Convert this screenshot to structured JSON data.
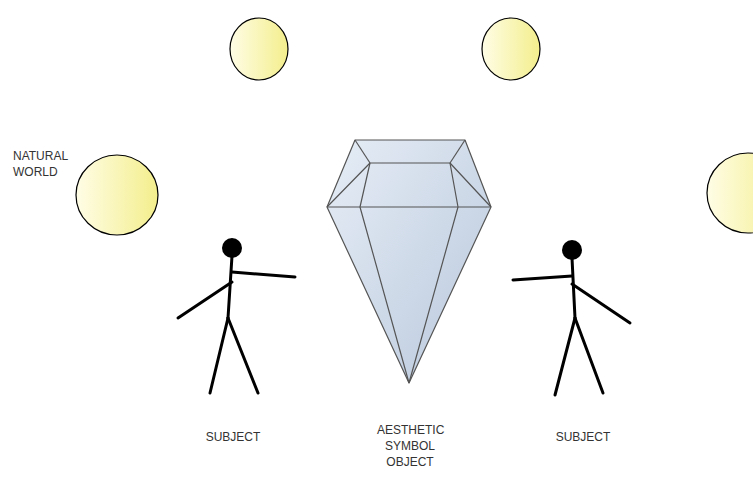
{
  "diagram": {
    "labels": [
      "NATURAL WORLD",
      "SUBJECT",
      "AESTHETIC SYMBOL OBJECT",
      "SUBJECT"
    ]
  }
}
